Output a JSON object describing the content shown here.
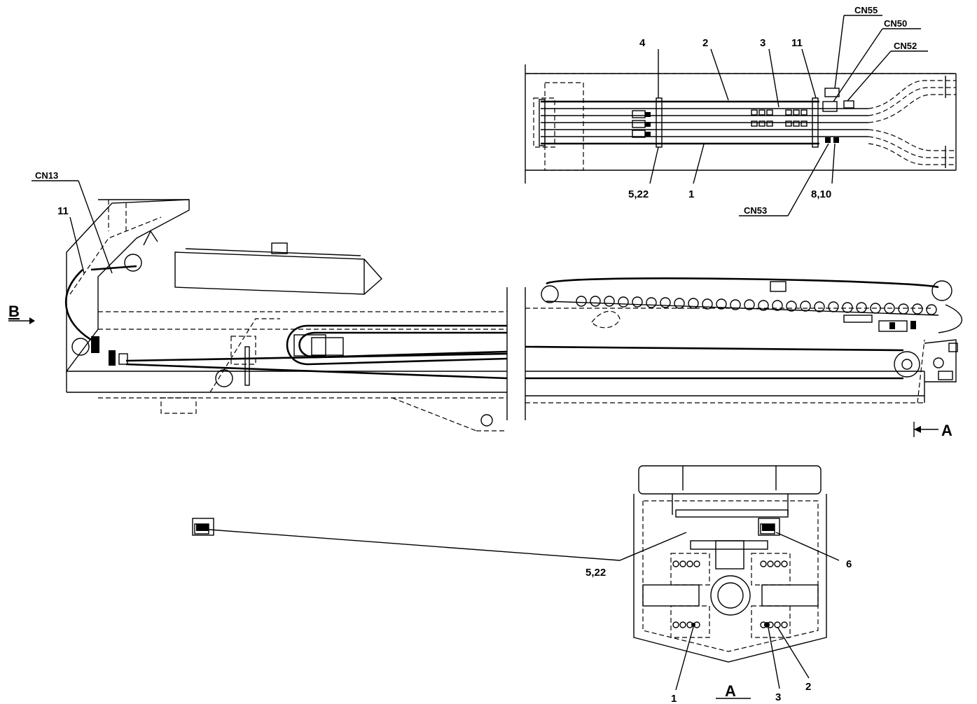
{
  "labels": {
    "cn13": "CN13",
    "cn55": "CN55",
    "cn50": "CN50",
    "cn52": "CN52",
    "cn53": "CN53",
    "b": "B",
    "a": "A",
    "plan_4": "4",
    "plan_2": "2",
    "plan_3": "3",
    "plan_11": "11",
    "plan_5_22": "5,22",
    "plan_1": "1",
    "plan_8_10": "8,10",
    "side_11": "11",
    "sec_5_22": "5,22",
    "sec_6": "6",
    "sec_1": "1",
    "sec_3": "3",
    "sec_2": "2",
    "sec_title": "A"
  }
}
